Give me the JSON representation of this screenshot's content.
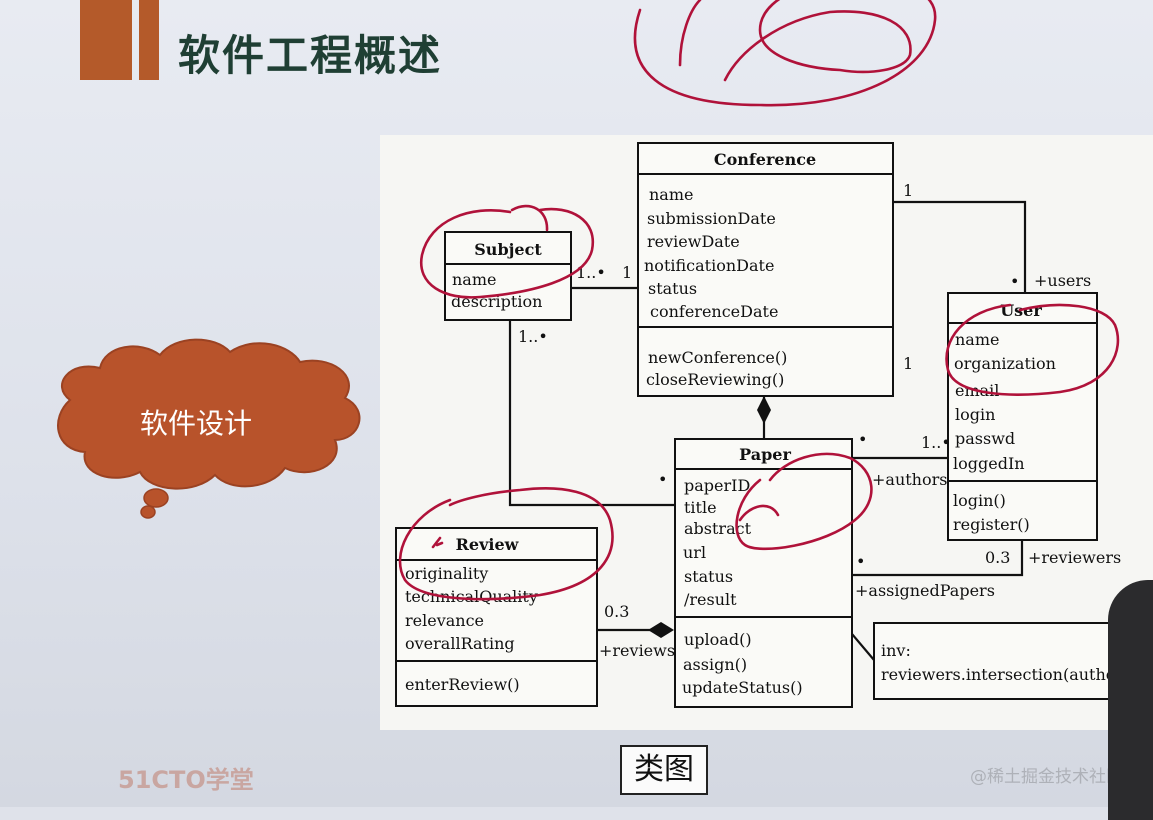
{
  "slide": {
    "title": "软件工程概述",
    "cloud_label": "软件设计",
    "caption": "类图",
    "brand": "51CTO学堂",
    "watermark": "@稀土掘金技术社区"
  },
  "classes": {
    "conference": {
      "name": "Conference",
      "attributes": [
        "name",
        "submissionDate",
        "reviewDate",
        "notificationDate",
        "status",
        "conferenceDate"
      ],
      "operations": [
        "newConference()",
        "closeReviewing()"
      ]
    },
    "subject": {
      "name": "Subject",
      "attributes": [
        "name",
        "description"
      ]
    },
    "user": {
      "name": "User",
      "attributes": [
        "name",
        "organization",
        "email",
        "login",
        "passwd",
        "loggedIn"
      ],
      "operations": [
        "login()",
        "register()"
      ]
    },
    "paper": {
      "name": "Paper",
      "attributes": [
        "paperID",
        "title",
        "abstract",
        "url",
        "status",
        "/result"
      ],
      "operations": [
        "upload()",
        "assign()",
        "updateStatus()"
      ]
    },
    "review": {
      "name": "Review",
      "attributes": [
        "originality",
        "technicalQuality",
        "relevance",
        "overallRating"
      ],
      "operations": [
        "enterReview()"
      ]
    }
  },
  "note": {
    "lines": [
      "inv:",
      "reviewers.intersection(authors)"
    ]
  },
  "multiplicities": {
    "conf_user_conf": "1",
    "conf_user_user": "•",
    "users_role": "+users",
    "subject_conf_subject": "1..•",
    "subject_conf_conf": "1",
    "subject_review": "1..•",
    "conf_paper": "1",
    "review_paper_paper": "•",
    "paper_user_paper": "•",
    "paper_user_user": "1..•",
    "authors_role": "+authors",
    "reviewers_paper": "•",
    "reviewers_user": "0.3",
    "reviewers_role": "+reviewers",
    "assigned_role": "+assignedPapers",
    "reviews_review": "0.3",
    "reviews_role": "+reviews"
  },
  "colors": {
    "ink": "#b0123a",
    "accent": "#b45a2a",
    "cloud": "#b8532b"
  }
}
